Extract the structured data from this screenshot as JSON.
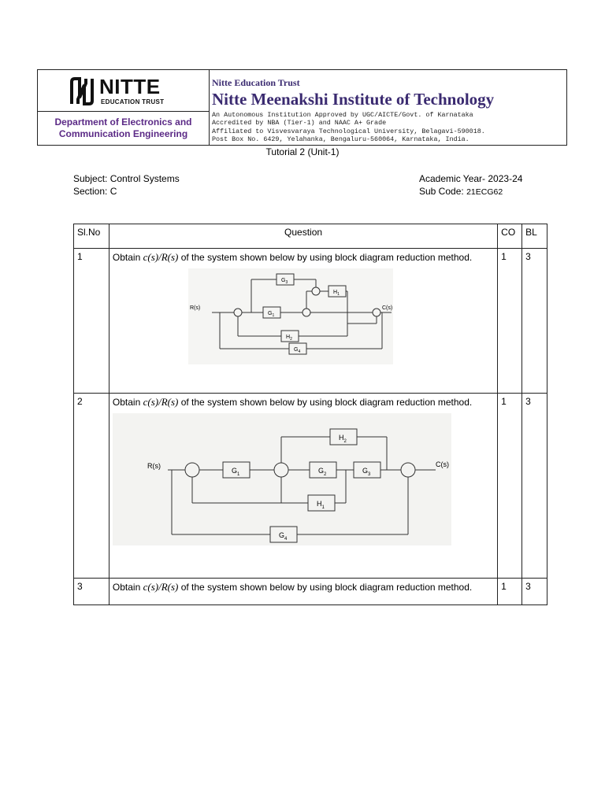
{
  "header": {
    "logo_word": "NITTE",
    "logo_sub": "EDUCATION TRUST",
    "department": "Department of Electronics and Communication Engineering",
    "trust_name": "Nitte Education Trust",
    "institute_name": "Nitte Meenakshi Institute of Technology",
    "address_lines": [
      "An Autonomous Institution Approved by UGC/AICTE/Govt. of Karnataka",
      "Accredited by NBA (Tier-1) and NAAC A+ Grade",
      "Affiliated to Visvesvaraya Technological University, Belagavi-590018.",
      "Post Box No. 6429, Yelahanka, Bengaluru-560064, Karnataka, India."
    ],
    "brand_color": "#5b2a86"
  },
  "tutorial_title": "Tutorial 2 (Unit-1)",
  "meta": {
    "subject": "Subject: Control Systems",
    "section": "Section: C",
    "academic_year": "Academic Year- 2023-24",
    "sub_code_label": "Sub Code:",
    "sub_code": "21ECG62"
  },
  "table": {
    "headers": {
      "slno": "Sl.No",
      "question": "Question",
      "co": "CO",
      "bl": "BL"
    },
    "rows": [
      {
        "slno": "1",
        "pre": "Obtain ",
        "math": "c(s)/R(s)",
        "post": " of the system shown below by using block diagram reduction method.",
        "co": "1",
        "bl": "3"
      },
      {
        "slno": "2",
        "pre": "Obtain ",
        "math": "c(s)/R(s)",
        "post": " of the system shown below by using block diagram reduction method.",
        "co": "1",
        "bl": "3"
      },
      {
        "slno": "3",
        "pre": "Obtain ",
        "math": "c(s)/R(s)",
        "post": " of the system shown below by using block diagram reduction method.",
        "co": "1",
        "bl": "3"
      }
    ]
  },
  "diagram1": {
    "input": "R(s)",
    "output": "C(s)",
    "blocks": {
      "g1": "G",
      "g1_sub": "1",
      "g3": "G",
      "g3_sub": "3",
      "h1": "H",
      "h1_sub": "1",
      "h2": "H",
      "h2_sub": "2",
      "g4": "G",
      "g4_sub": "4"
    }
  },
  "diagram2": {
    "input": "R(s)",
    "output": "C(s)",
    "blocks": {
      "g1": "G",
      "g1_sub": "1",
      "g2": "G",
      "g2_sub": "2",
      "g3": "G",
      "g3_sub": "3",
      "h1": "H",
      "h1_sub": "1",
      "h2": "H",
      "h2_sub": "2",
      "g4": "G",
      "g4_sub": "4"
    }
  }
}
